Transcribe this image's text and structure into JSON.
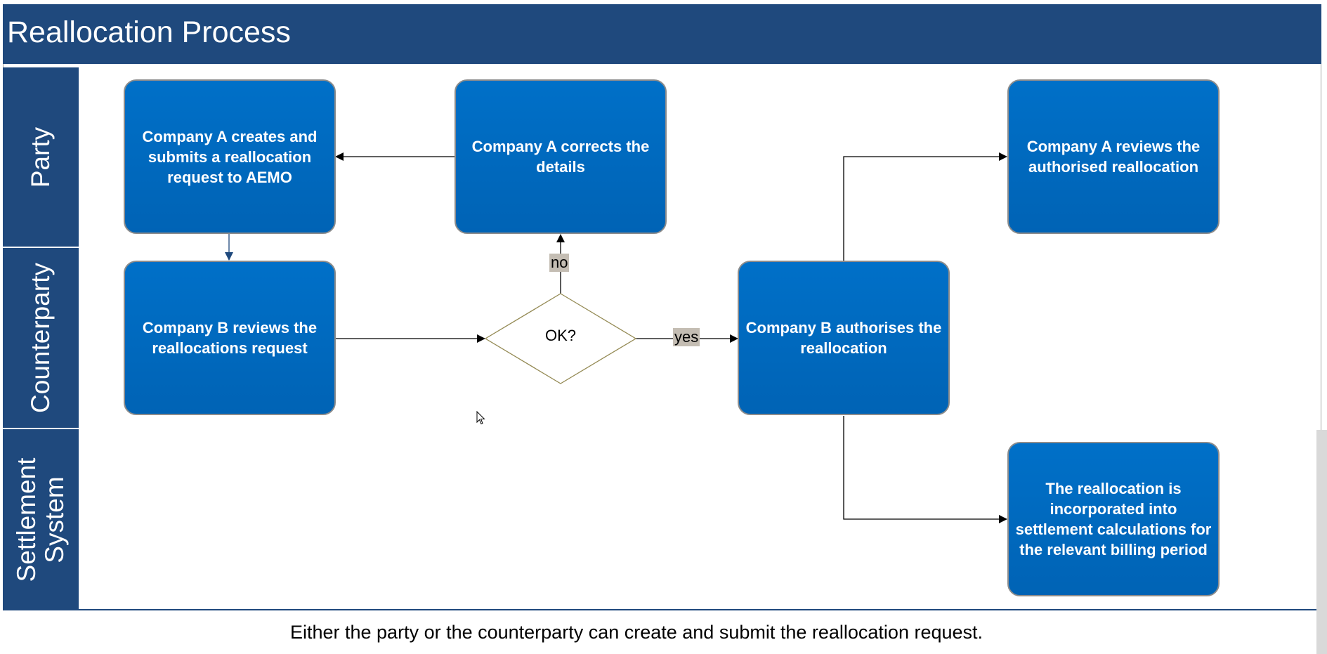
{
  "title": "Reallocation Process",
  "lanes": [
    {
      "label": "Party"
    },
    {
      "label": "Counterparty"
    },
    {
      "label_lines": [
        "Settlement",
        "System"
      ]
    }
  ],
  "nodes": {
    "create_request": "Company A creates and submits a reallocation request to AEMO",
    "correct_details": "Company A corrects the details",
    "review_authorised": "Company A reviews the authorised reallocation",
    "review_request": "Company B reviews the reallocations request",
    "decision": "OK?",
    "authorise": "Company B authorises the reallocation",
    "incorporated": "The reallocation is incorporated into settlement calculations for the relevant billing period"
  },
  "edge_labels": {
    "no": "no",
    "yes": "yes"
  },
  "footnote": "Either the party or the counterparty can create and submit the reallocation request.",
  "colors": {
    "header_navy": "#1f497d",
    "box_blue": "#0070c8",
    "box_border": "#8c8c8c",
    "edge_label_bg": "#c4bdb3",
    "decision_border": "#948a54"
  },
  "icons": {
    "cursor": "mouse-pointer-icon"
  }
}
